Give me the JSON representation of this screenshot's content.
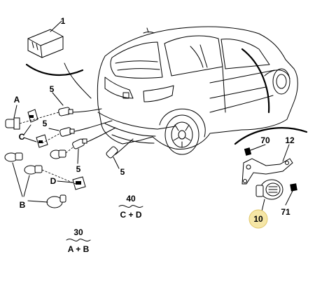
{
  "labels": {
    "part_1": "1",
    "part_A": "A",
    "part_C": "C",
    "part_B": "B",
    "part_D": "D",
    "part_5a": "5",
    "part_5b": "5",
    "part_5c": "5",
    "part_5d": "5",
    "part_70": "70",
    "part_12": "12",
    "part_71": "71",
    "part_10": "10",
    "kit_40_num": "40",
    "kit_40_sub": "C + D",
    "kit_30_num": "30",
    "kit_30_sub": "A + B"
  },
  "colors": {
    "highlight": "#f5e6a6"
  }
}
